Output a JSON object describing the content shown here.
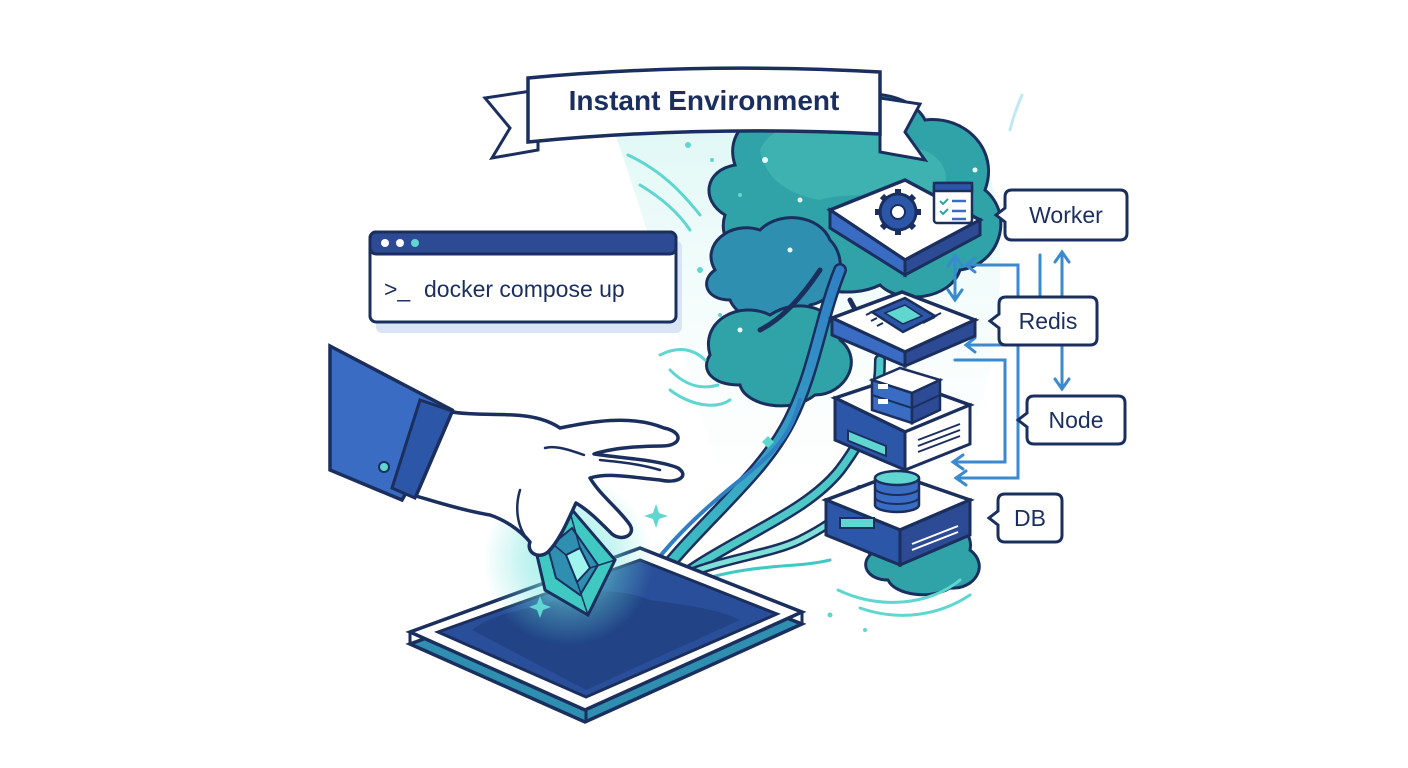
{
  "banner": {
    "title": "Instant Environment"
  },
  "terminal": {
    "prompt": ">_",
    "command": "docker compose up"
  },
  "services": [
    {
      "label": "Worker",
      "icon": "gear-icon"
    },
    {
      "label": "Redis",
      "icon": "chip-icon"
    },
    {
      "label": "Node",
      "icon": "server-icon"
    },
    {
      "label": "DB",
      "icon": "database-icon"
    }
  ],
  "colors": {
    "navy": "#1b2f5e",
    "blue": "#3a6cc4",
    "teal": "#2fa3a8",
    "cyan": "#5fd6cf",
    "light_teal": "#bdeeea"
  }
}
